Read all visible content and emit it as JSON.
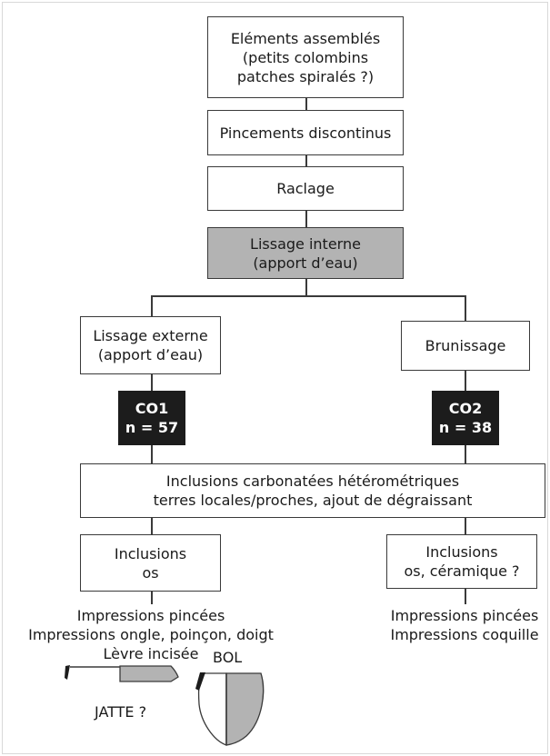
{
  "flow": {
    "step1": [
      "Eléments assemblés",
      "(petits colombins",
      "patches spiralés ?)"
    ],
    "step2": [
      "Pincements discontinus"
    ],
    "step3": [
      "Raclage"
    ],
    "step4": [
      "Lissage interne",
      "(apport d’eau)"
    ],
    "left_finish": [
      "Lissage externe",
      "(apport d’eau)"
    ],
    "right_finish": [
      "Brunissage"
    ],
    "co1": [
      "CO1",
      "n = 57"
    ],
    "co2": [
      "CO2",
      "n = 38"
    ],
    "inclusions_common": [
      "Inclusions carbonatées hétérométriques",
      "terres locales/proches, ajout de dégraissant"
    ],
    "left_inclusions": [
      "Inclusions",
      "os"
    ],
    "right_inclusions": [
      "Inclusions",
      "os, céramique ?"
    ]
  },
  "decoration": {
    "left": [
      "Impressions pincées",
      "Impressions ongle, poinçon, doigt",
      "Lèvre incisée"
    ],
    "right": [
      "Impressions pincées",
      "Impressions coquille"
    ]
  },
  "vessels": {
    "bol_label": "BOL",
    "jatte_label": "JATTE ?"
  },
  "colors": {
    "shaded_fill": "#b3b3b3",
    "dark_fill": "#1c1c1c",
    "stroke": "#3a3a3a"
  }
}
